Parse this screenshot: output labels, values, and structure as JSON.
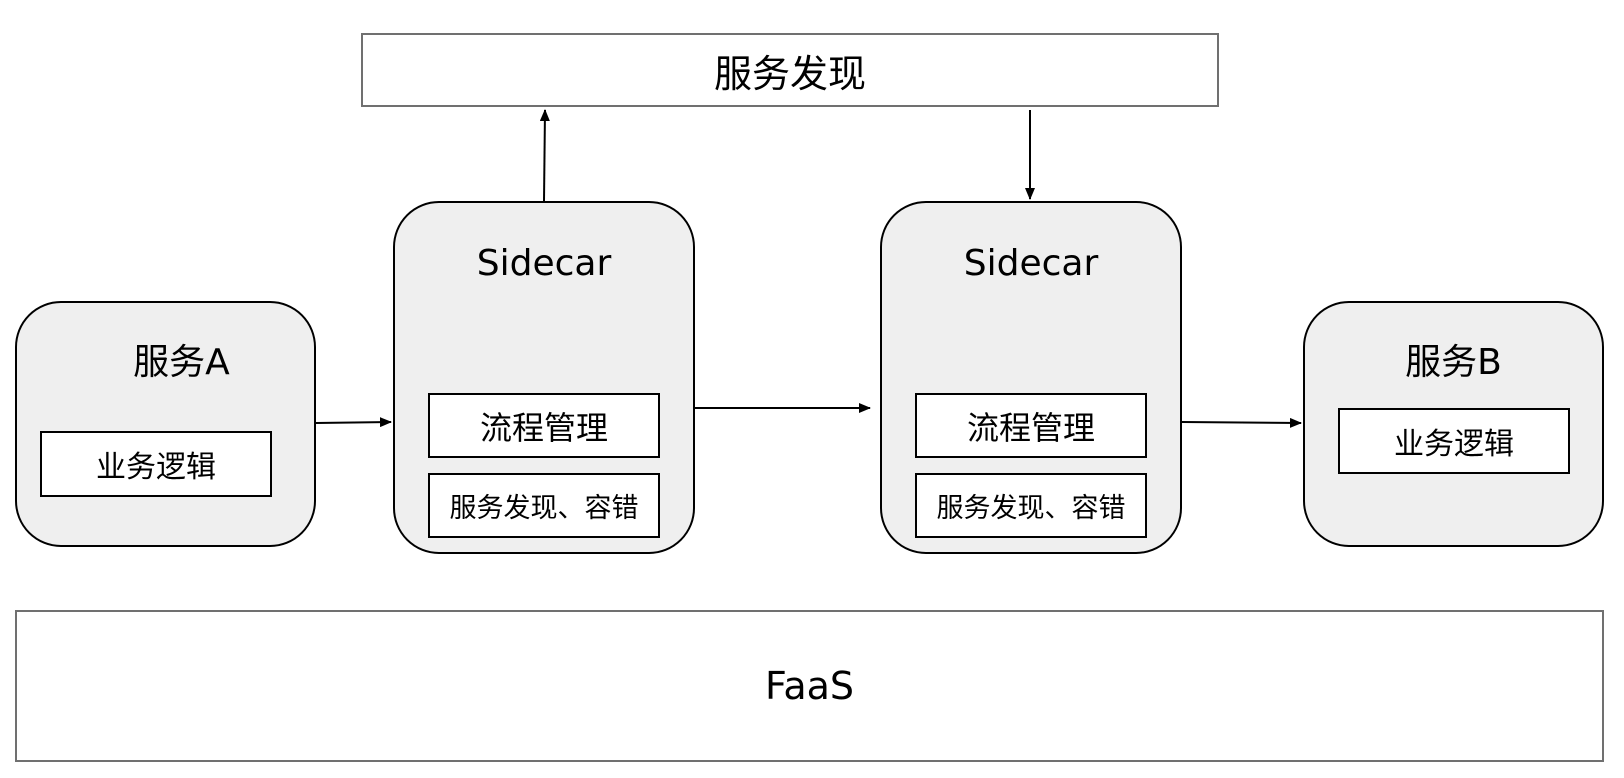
{
  "nodes": {
    "service_discovery": {
      "label": "服务发现"
    },
    "service_a": {
      "title": "服务A",
      "logic": "业务逻辑"
    },
    "sidecar_left": {
      "title": "Sidecar",
      "flow": "流程管理",
      "discovery": "服务发现、容错"
    },
    "sidecar_right": {
      "title": "Sidecar",
      "flow": "流程管理",
      "discovery": "服务发现、容错"
    },
    "service_b": {
      "title": "服务B",
      "logic": "业务逻辑"
    },
    "faas": {
      "label": "FaaS"
    }
  },
  "edges": [
    {
      "from": "service_a",
      "to": "sidecar_left"
    },
    {
      "from": "sidecar_left",
      "to": "service_discovery"
    },
    {
      "from": "service_discovery",
      "to": "sidecar_right"
    },
    {
      "from": "sidecar_left",
      "to": "sidecar_right"
    },
    {
      "from": "sidecar_right",
      "to": "service_b"
    }
  ],
  "colors": {
    "node_fill": "#efefef",
    "inner_fill": "#ffffff",
    "border": "#000000",
    "outer_border": "#707070"
  }
}
